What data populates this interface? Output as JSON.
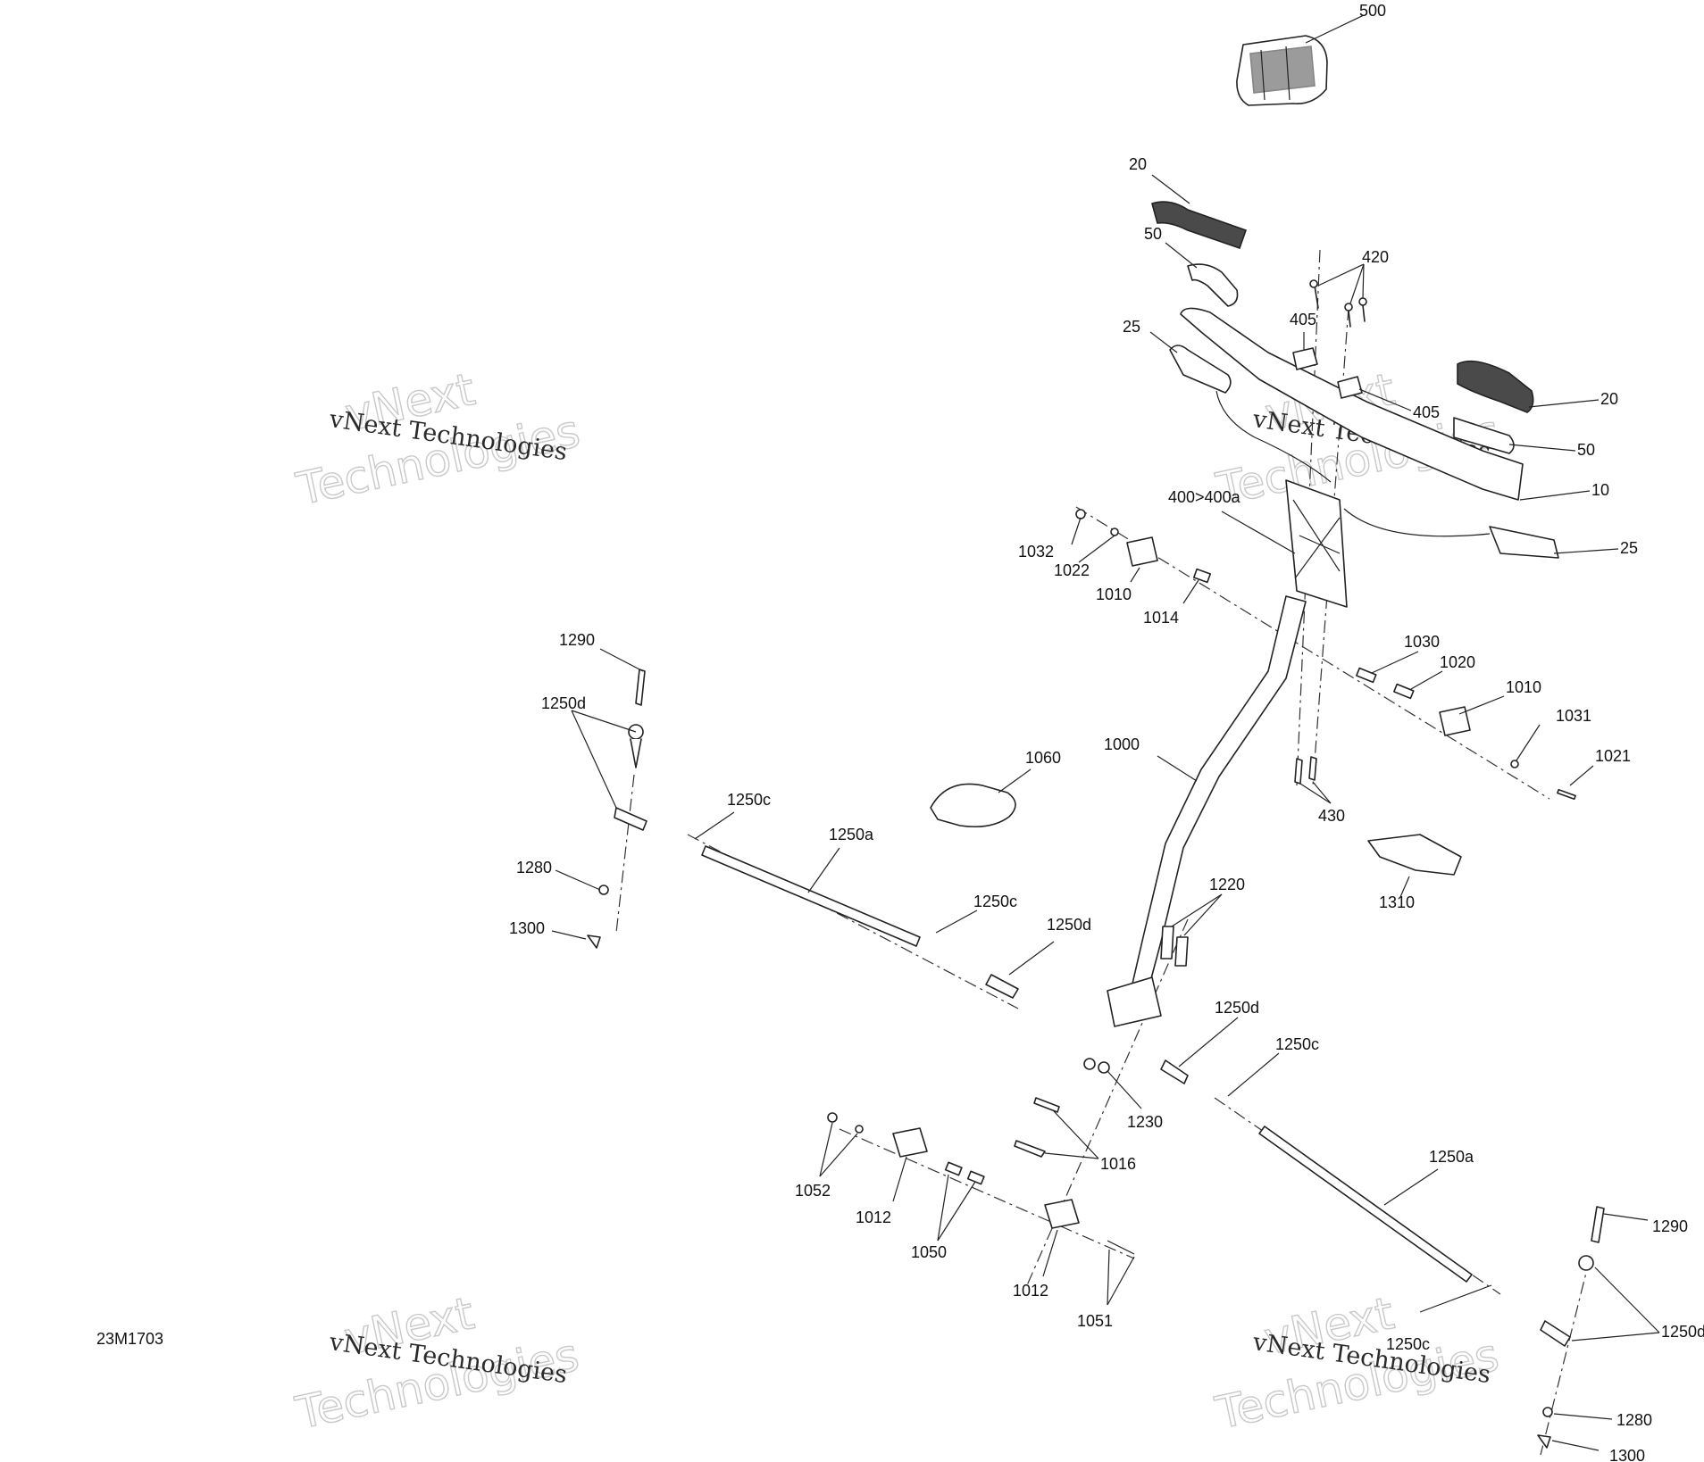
{
  "drawing_number": "23M1703",
  "watermark": {
    "line1": "vNext",
    "line2": "Technologies",
    "full": "vNext Technologies"
  },
  "callouts": {
    "c500": "500",
    "c20a": "20",
    "c50a": "50",
    "c420": "420",
    "c25a": "25",
    "c405a": "405",
    "c405b": "405",
    "c20b": "20",
    "c50b": "50",
    "c10": "10",
    "c400": "400>400a",
    "c25b": "25",
    "c1032": "1032",
    "c1022": "1022",
    "c1010a": "1010",
    "c1014": "1014",
    "c1030": "1030",
    "c1020": "1020",
    "c1010b": "1010",
    "c1031": "1031",
    "c1021": "1021",
    "c1290a": "1290",
    "c1250d_a": "1250d",
    "c1060": "1060",
    "c1000": "1000",
    "c430": "430",
    "c1250c_a": "1250c",
    "c1250a_a": "1250a",
    "c1280a": "1280",
    "c1300a": "1300",
    "c1250c_b": "1250c",
    "c1250d_b": "1250d",
    "c1220": "1220",
    "c1310": "1310",
    "c1250d_c": "1250d",
    "c1250c_c": "1250c",
    "c1230": "1230",
    "c1016": "1016",
    "c1250a_b": "1250a",
    "c1052": "1052",
    "c1012a": "1012",
    "c1050": "1050",
    "c1290b": "1290",
    "c1012b": "1012",
    "c1051": "1051",
    "c1250c_d": "1250c",
    "c1250d_d": "1250d",
    "c1280b": "1280",
    "c1300b": "1300"
  }
}
